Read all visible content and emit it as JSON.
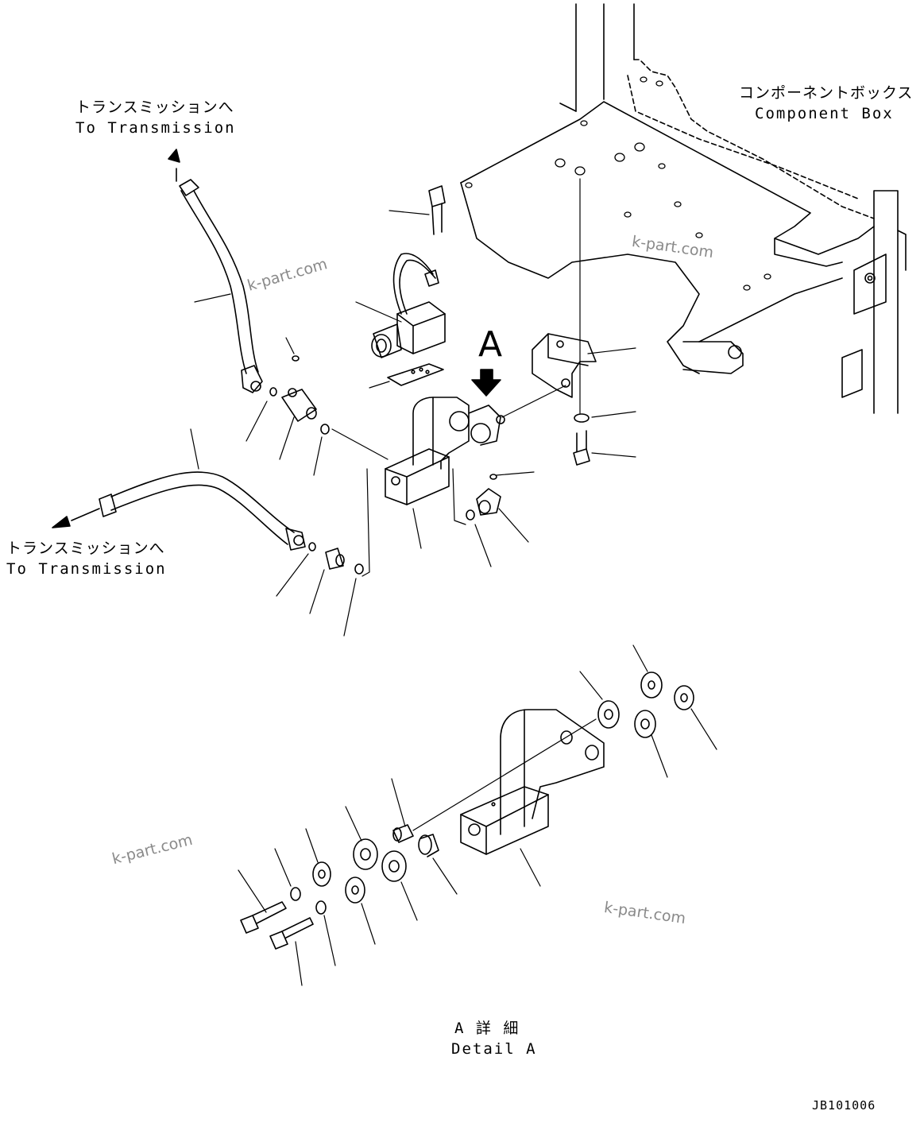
{
  "labels": {
    "component_box_jp": "コンポーネントボックス",
    "component_box_en": "Component Box",
    "to_transmission_top_jp": "トランスミッションへ",
    "to_transmission_top_en": "To Transmission",
    "to_transmission_left_jp": "トランスミッションへ",
    "to_transmission_left_en": "To Transmission",
    "view_marker": "A",
    "detail_jp": "A 詳 細",
    "detail_en": "Detail A",
    "drawing_number": "JB101006"
  },
  "watermarks": [
    "k-part.com",
    "k-part.com",
    "k-part.com",
    "k-part.com"
  ]
}
